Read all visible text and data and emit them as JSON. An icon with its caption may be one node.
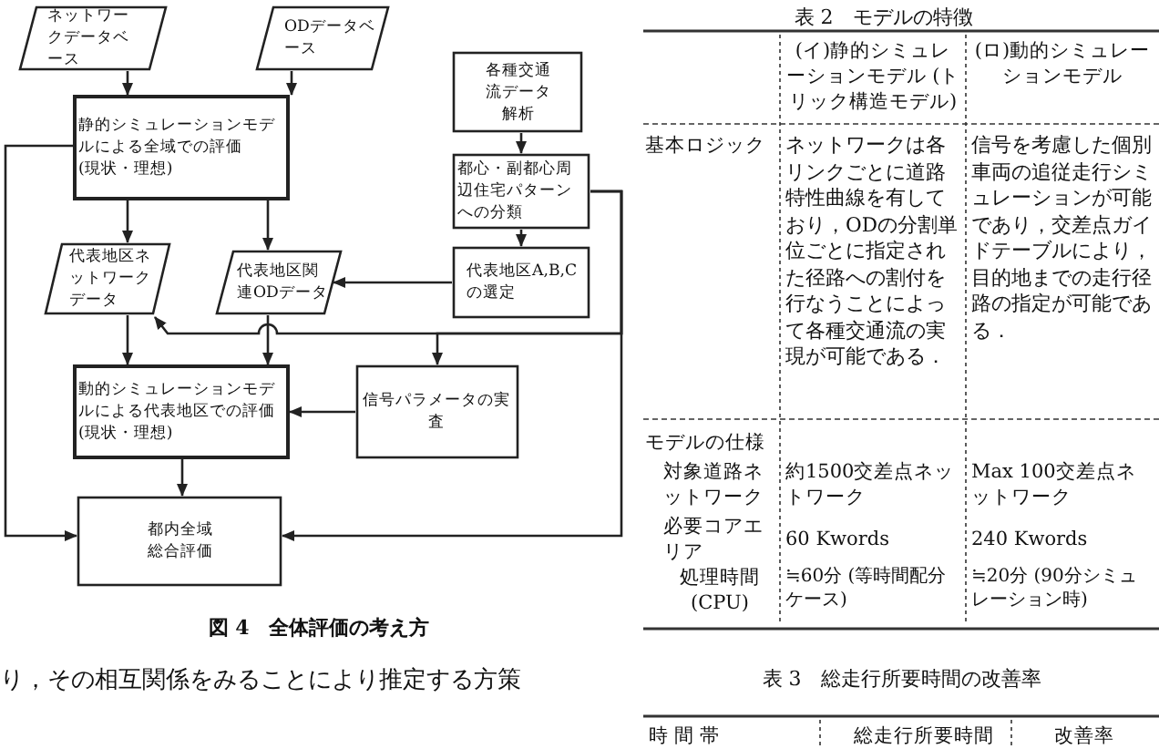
{
  "diagram": {
    "nodes": [
      {
        "text": [
          "ネットワークデータベース"
        ]
      },
      {
        "text": [
          "ODデータベース"
        ]
      },
      {
        "text": [
          "静的シミュレーションモデルによる全域での評価",
          "(現状・理想)"
        ]
      },
      {
        "text": [
          "各種交通流データ解析"
        ]
      },
      {
        "text": [
          "都心・副都心周辺住宅パターンへの分類"
        ]
      },
      {
        "text": [
          "代表地区ネットワークデータ"
        ]
      },
      {
        "text": [
          "代表地区関連ODデータ"
        ]
      },
      {
        "text": [
          "代表地区A,B,Cの選定"
        ]
      },
      {
        "text": [
          "動的シミュレーションモデルによる代表地区での評価",
          "(現状・理想)"
        ]
      },
      {
        "text": [
          "信号パラメータの実査"
        ]
      },
      {
        "text": [
          "都内全域総合評価"
        ]
      }
    ],
    "edges": [
      {
        "from": 0,
        "to": 2,
        "arrow": "to"
      },
      {
        "from": 1,
        "to": 2,
        "arrow": "to"
      },
      {
        "from": 3,
        "to": 4,
        "arrow": "to"
      },
      {
        "from": 4,
        "to": 7,
        "arrow": "to"
      },
      {
        "from": 7,
        "to": 6,
        "arrow": "to"
      },
      {
        "from": 2,
        "to": 5,
        "arrow": "to"
      },
      {
        "from": 2,
        "to": 6,
        "arrow": "to"
      },
      {
        "from": 5,
        "to": 8,
        "arrow": "to"
      },
      {
        "from": 6,
        "to": 8,
        "arrow": "to"
      },
      {
        "from": 8,
        "to": 10,
        "arrow": "to"
      },
      {
        "from": 9,
        "to": 8,
        "arrow": "to"
      },
      {
        "from": 2,
        "to": 10,
        "arrow": "to"
      },
      {
        "from": 4,
        "to": 5,
        "arrow": "to"
      },
      {
        "from": 4,
        "to": 9,
        "arrow": "to"
      },
      {
        "from": 4,
        "to": 10,
        "arrow": "to"
      }
    ],
    "labels": [
      "図 4　全体評価の考え方",
      "り，その相互関係をみることにより推定する方策",
      "表 2　モデルの特徴",
      "(イ)静的シミュレーションモデル (トリック構造モデル)",
      "(ロ)動的シミュレーションモデル",
      "基本ロジック",
      "ネットワークは各リンクごとに道路特性曲線を有しており，ODの分割単位ごとに指定された径路への割付を行なうことによって各種交通流の実現が可能である．",
      "信号を考慮した個別車両の追従走行シミュレーションが可能であり，交差点ガイドテーブルにより，目的地までの走行径路の指定が可能である．",
      "モデルの仕様",
      "対象道路ネットワーク",
      "約1500交差点ネットワーク",
      "Max 100交差点ネットワーク",
      "必要コアエリア",
      "60 Kwords",
      "240 Kwords",
      "処理時間 (CPU)",
      "≒60分 (等時間配分ケース)",
      "≒20分 (90分シミュレーション時)",
      "表 3　総走行所要時間の改善率",
      "時間帯",
      "総走行所要時間",
      "改善率"
    ]
  }
}
